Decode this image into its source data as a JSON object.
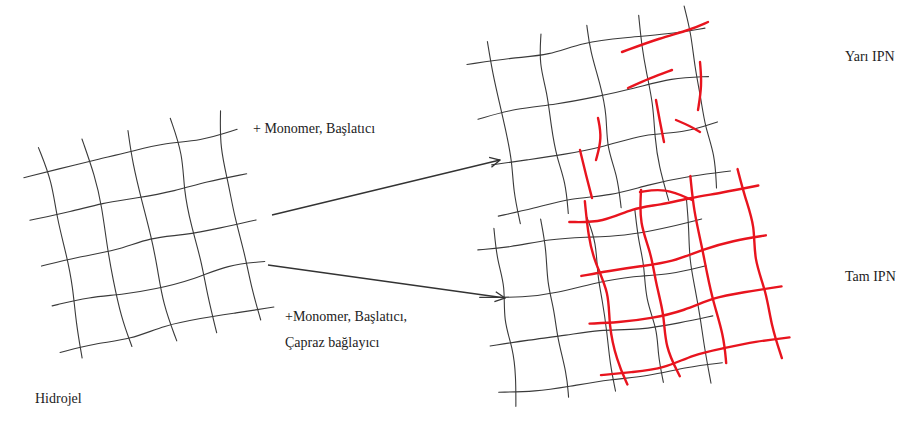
{
  "diagram": {
    "labels": [
      "+ Monomer, Başlatıcı",
      "+Monomer, Başlatıcı, Çapraz bağlayıcı",
      "Hidrojel",
      "Yarı IPN",
      "Tam IPN"
    ]
  }
}
